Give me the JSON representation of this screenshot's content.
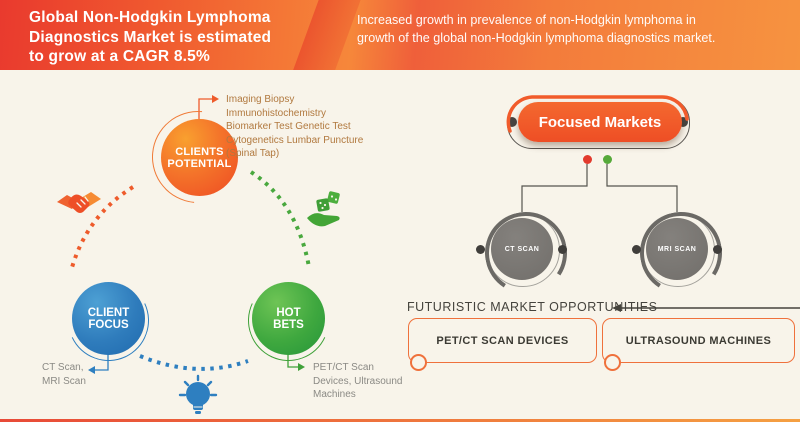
{
  "header": {
    "title": "Global Non-Hodgkin Lymphoma\nDiagnostics Market is estimated\nto grow at a CAGR 8.5%",
    "subtitle": "Increased growth in prevalence of non-Hodgkin lymphoma in\ngrowth of the global non-Hodgkin lymphoma diagnostics market."
  },
  "cycle": {
    "clients_potential": {
      "label": "CLIENTS\nPOTENTIAL",
      "annotation": "Imaging  Biopsy\nImmunohistochemistry\nBiomarker Test Genetic Test\nCytogenetics Lumbar Puncture\n(Spinal Tap)"
    },
    "client_focus": {
      "label": "CLIENT\nFOCUS",
      "annotation": "CT Scan,\nMRI Scan"
    },
    "hot_bets": {
      "label": "HOT\nBETS",
      "annotation": "PET/CT Scan\nDevices, Ultrasound\nMachines"
    }
  },
  "focused_markets": {
    "title": "Focused Markets",
    "items": [
      {
        "label": "CT SCAN"
      },
      {
        "label": "MRI SCAN"
      }
    ]
  },
  "opportunities": {
    "heading": "FUTURISTIC MARKET OPPORTUNITIES",
    "items": [
      {
        "label": "PET/CT SCAN DEVICES"
      },
      {
        "label": "ULTRASOUND MACHINES"
      }
    ]
  },
  "icons": {
    "handshake": "handshake-icon",
    "money_hand": "money-hand-icon",
    "idea_bulb": "lightbulb-icon"
  },
  "colors": {
    "header_red": "#e93a2e",
    "header_orange": "#f69340",
    "accent_orange": "#ee5b2b",
    "accent_blue": "#2e7fc0",
    "accent_green": "#45a83c",
    "scan_gray": "#716e6a",
    "background_cream": "#f8f4ea",
    "annotation_brown": "#b1793f",
    "annotation_gray": "#8b8a85",
    "text_dark": "#45433d"
  }
}
